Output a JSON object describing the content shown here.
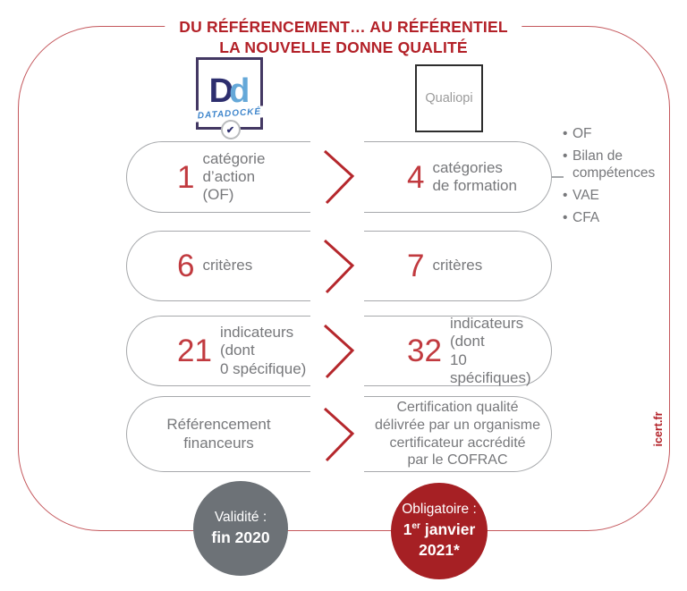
{
  "title": {
    "line1": "DU RÉFÉRENCEMENT… AU RÉFÉRENTIEL",
    "line2": "LA NOUVELLE DONNE QUALITÉ"
  },
  "logos": {
    "datadock": {
      "letter_dark": "D",
      "letter_light": "d",
      "banner": "DATADOCKÉ",
      "check_glyph": "✔"
    },
    "qualiopi": {
      "label": "Qualiopi"
    }
  },
  "rows": [
    {
      "left": {
        "number": "1",
        "lines": [
          "catégorie d’action",
          "(OF)"
        ]
      },
      "right": {
        "number": "4",
        "lines": [
          "catégories",
          "de formation"
        ]
      }
    },
    {
      "left": {
        "number": "6",
        "lines": [
          "critères"
        ]
      },
      "right": {
        "number": "7",
        "lines": [
          "critères"
        ]
      }
    },
    {
      "left": {
        "number": "21",
        "lines": [
          "indicateurs (dont",
          "0 spécifique)"
        ]
      },
      "right": {
        "number": "32",
        "lines": [
          "indicateurs (dont",
          "10 spécifiques)"
        ]
      }
    },
    {
      "left": {
        "lines": [
          "Référencement",
          "financeurs"
        ]
      },
      "right": {
        "lines": [
          "Certification qualité",
          "délivrée par un organisme",
          "certificateur accrédité",
          "par le COFRAC"
        ]
      }
    }
  ],
  "side_list": {
    "bullet_glyph": "•",
    "items": [
      "OF",
      "Bilan de compétences",
      "VAE",
      "CFA"
    ]
  },
  "badges": {
    "validity": {
      "line1": "Validité :",
      "line2": "fin 2020"
    },
    "mandatory": {
      "line1": "Obligatoire :",
      "date_day": "1",
      "date_sup": "er",
      "date_month": " janvier",
      "line3": "2021*"
    }
  },
  "watermark": "icert.fr",
  "colors": {
    "accent_red": "#b32128",
    "border_red": "#c4575c",
    "number_red": "#c13a3f",
    "text_gray": "#77787b",
    "pill_border": "#a6a8ab",
    "badge_gray": "#6d7277",
    "badge_red": "#a62024",
    "datadock_navy": "#2d2e6e",
    "datadock_blue": "#65a8d8",
    "datadock_frame": "#433863"
  }
}
